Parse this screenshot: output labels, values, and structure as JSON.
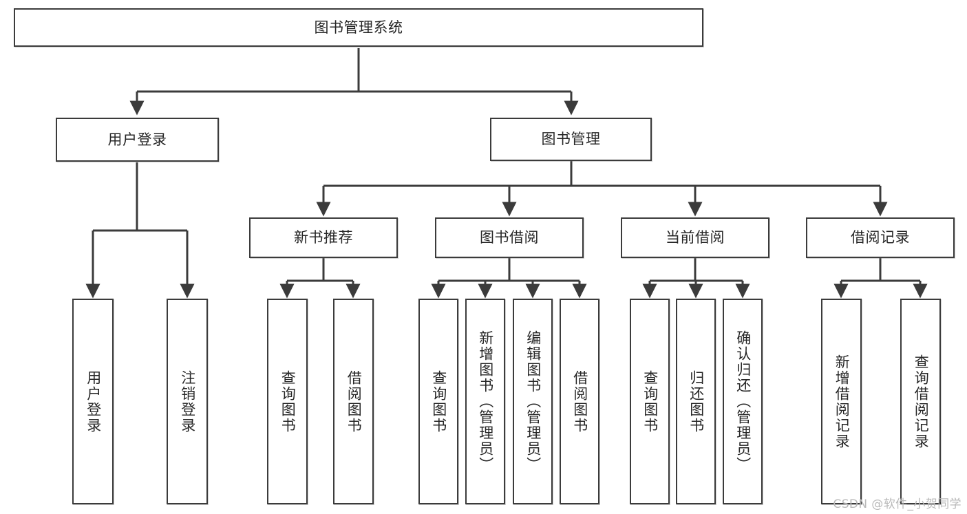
{
  "diagram": {
    "type": "hierarchy-tree",
    "title": "图书管理系统",
    "watermark": "CSDN @软件_小贺同学",
    "colors": {
      "stroke": "#3b3b3b",
      "box_fill": "#ffffff",
      "text": "#262626",
      "watermark": "#b9b9b9",
      "page_background": "#ffffff"
    },
    "root": {
      "id": "root",
      "label": "图书管理系统",
      "orientation": "horizontal"
    },
    "level1": [
      {
        "id": "user-login",
        "label": "用户登录",
        "orientation": "horizontal"
      },
      {
        "id": "book-manage",
        "label": "图书管理",
        "orientation": "horizontal"
      }
    ],
    "level2": [
      {
        "id": "new-book-recommend",
        "label": "新书推荐",
        "orientation": "horizontal",
        "parent": "book-manage"
      },
      {
        "id": "book-borrow",
        "label": "图书借阅",
        "orientation": "horizontal",
        "parent": "book-manage"
      },
      {
        "id": "current-borrow",
        "label": "当前借阅",
        "orientation": "horizontal",
        "parent": "book-manage"
      },
      {
        "id": "borrow-record",
        "label": "借阅记录",
        "orientation": "horizontal",
        "parent": "book-manage"
      }
    ],
    "leaves": [
      {
        "id": "leaf-user-login",
        "label": "用户登录",
        "orientation": "vertical",
        "parent": "user-login"
      },
      {
        "id": "leaf-user-logout",
        "label": "注销登录",
        "orientation": "vertical",
        "parent": "user-login"
      },
      {
        "id": "leaf-query-book-1",
        "label": "查询图书",
        "orientation": "vertical",
        "parent": "new-book-recommend"
      },
      {
        "id": "leaf-borrow-book-1",
        "label": "借阅图书",
        "orientation": "vertical",
        "parent": "new-book-recommend"
      },
      {
        "id": "leaf-query-book-2",
        "label": "查询图书",
        "orientation": "vertical",
        "parent": "book-borrow"
      },
      {
        "id": "leaf-add-book",
        "label": "新增图书（管理员）",
        "orientation": "vertical",
        "parent": "book-borrow"
      },
      {
        "id": "leaf-edit-book",
        "label": "编辑图书（管理员）",
        "orientation": "vertical",
        "parent": "book-borrow"
      },
      {
        "id": "leaf-borrow-book-2",
        "label": "借阅图书",
        "orientation": "vertical",
        "parent": "book-borrow"
      },
      {
        "id": "leaf-query-book-3",
        "label": "查询图书",
        "orientation": "vertical",
        "parent": "current-borrow"
      },
      {
        "id": "leaf-return-book",
        "label": "归还图书",
        "orientation": "vertical",
        "parent": "current-borrow"
      },
      {
        "id": "leaf-confirm-return",
        "label": "确认归还（管理员）",
        "orientation": "vertical",
        "parent": "current-borrow"
      },
      {
        "id": "leaf-add-record",
        "label": "新增借阅记录",
        "orientation": "vertical",
        "parent": "borrow-record"
      },
      {
        "id": "leaf-query-record",
        "label": "查询借阅记录",
        "orientation": "vertical",
        "parent": "borrow-record"
      }
    ]
  }
}
